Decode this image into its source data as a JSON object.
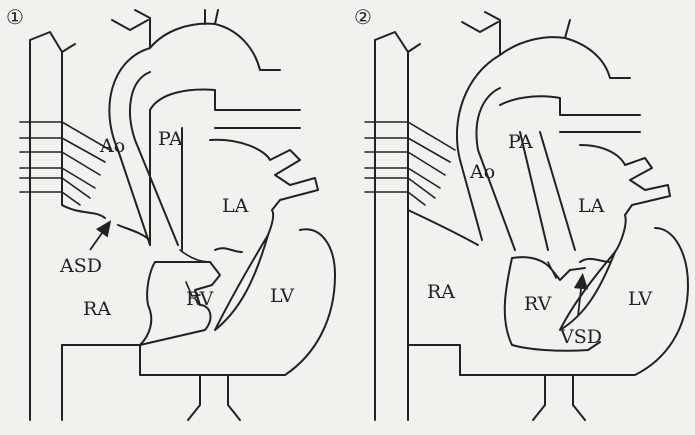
{
  "panels": [
    {
      "number": "①",
      "labels": {
        "ao": "Ao",
        "pa": "PA",
        "la": "LA",
        "ra": "RA",
        "rv": "RV",
        "lv": "LV",
        "defect": "ASD"
      }
    },
    {
      "number": "②",
      "labels": {
        "ao": "Ao",
        "pa": "PA",
        "la": "LA",
        "ra": "RA",
        "rv": "RV",
        "lv": "LV",
        "defect": "VSD"
      }
    }
  ]
}
